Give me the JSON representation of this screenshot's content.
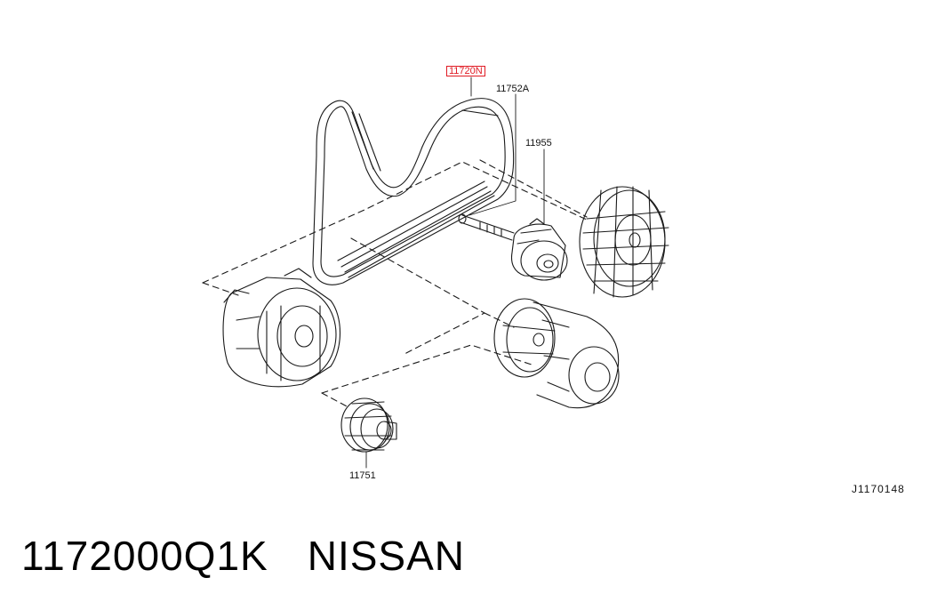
{
  "callouts": {
    "belt": "11720N",
    "tensioner_bolt": "11752A",
    "tensioner": "11955",
    "idler": "11751"
  },
  "diagram_id": "J1170148",
  "footer": {
    "part_number": "1172000Q1K",
    "brand": "NISSAN"
  },
  "colors": {
    "highlight": "#e01b24",
    "line": "#1a1a1a"
  }
}
